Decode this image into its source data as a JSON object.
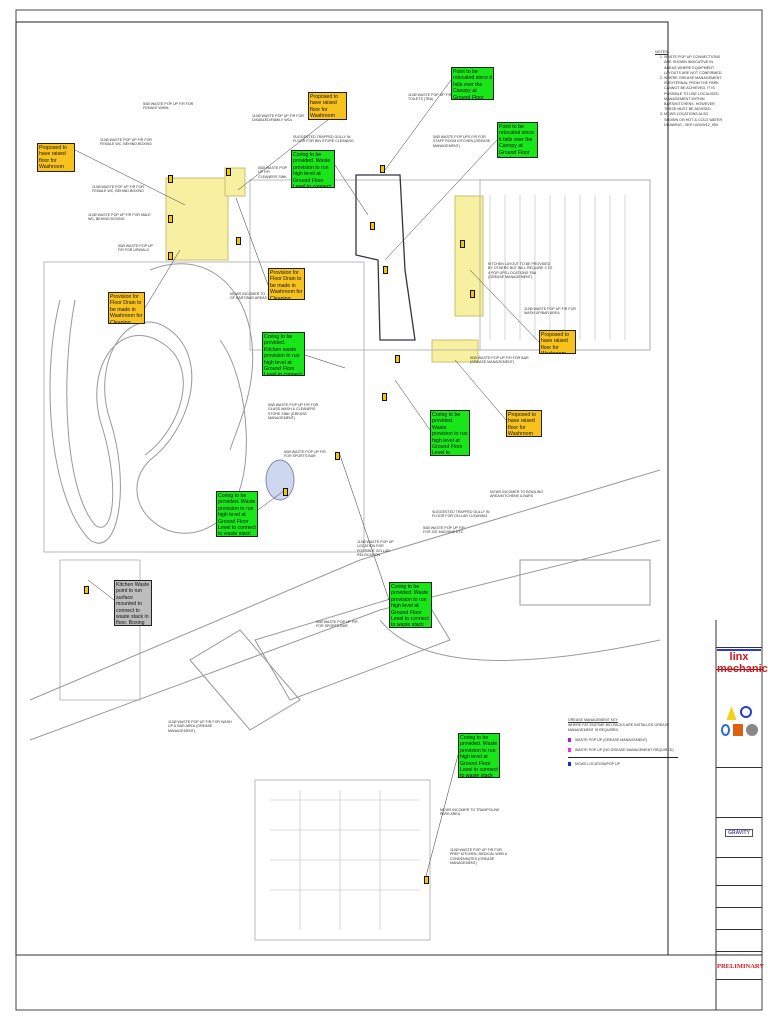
{
  "notes": {
    "title": "NOTES",
    "items": [
      "WASTE POP UP CONNECTIONS ARE SHOWN INDICATIVE IN AREAS WHERE EQUIPMENT LAYOUTS ARE NOT CONFIRMED.",
      "WHERE GREASE MANAGEMENT IS EXTERNAL FROM THE PARK CANNOT BE ACHIEVED, IT IS POSSIBLE TO USE LOCALISED MANAGEMENT WITHIN BARS/KITCHENS. HOWEVER THESE MUST BE ADVISED.",
      "MCWS LOCATIONS ALSO SHOWN ON HOT & COLD WATER DRAWING - SEE LWX/W12_900"
    ]
  },
  "callouts": {
    "raised_floor": "Proposed to have raised floor for Washroom",
    "floor_drain": "Provision for Floor Drain to be made in Washroom for Cleaning purposes",
    "relocate": "Point to be relocated since it falls over the Canopy at Ground Floor Level",
    "coring_waste": "Coring to be provided. Waste provision to run high level at Ground Floor Level to connect to waste stack",
    "coring_grease": "Coring to be provided. Kitchen waste provision to run high level at Ground Floor Level to connect to Grease Trap",
    "kitchen_surface": "Kitchen Waste point to run surface mounted to connect to waste stack in floor. Boxing to be provided."
  },
  "labels": {
    "l1": "50Ø WASTE POP UP F/R FOR FEMALE WHBs",
    "l2": "110Ø WASTE POP UP F/R FOR FEMALE WC, BEHIND BOXING",
    "l3": "110Ø WASTE POP UP F/R FOR FEMALE WC, BEHIND BOXING",
    "l4": "110Ø WASTE POP UP F/R FOR MALE WC, BEHIND BOXING",
    "l5": "50Ø WASTE POP UP F/R FOR URINALS",
    "l6": "110Ø WASTE POP UP F/R FOR DISABLED/FAMILY WCs",
    "l7": "SUGGESTED TRAPPED GULLY IN FLOOR FOR BIN STORE CLEANING",
    "l8": "50Ø WASTE POP UP F/R CLEANERS SINK",
    "l9": "MCWS INCOMER TO GF KART/BAR AREAS",
    "l10": "110Ø WASTE POP UP F/R TOILETS (TBA)",
    "l11": "50Ø WASTE POP UPS F/R FOR STAFF ROOM KITCHEN (GREASE MANAGEMENT)",
    "l12": "KITCHEN LAYOUT TO BE PROVIDED BY OTHERS BUT WILL REQUIRE 3 TO 4 POP UPS LOCATIONS TBA (GREASE MANAGEMENT)",
    "l13": "110Ø WASTE POP UP F/R FOR WASH UP/BAR AREA",
    "l14": "50Ø WASTE POP UP F/R FOR BAR (GREASE MANAGEMENT)",
    "l15": "50Ø WASTE POP UP F/R FOR GLASS WASH & CLEANERS STORE SINK (GREASE MANAGEMENT)",
    "l16": "50Ø WASTE POP UP F/R FOR SPORTS BAR",
    "l17": "MCWS INCOMER TO BOWLING AREA/KITCHENS & BARS",
    "l18": "SUGGESTED TRAPPED GULLY IN FLOOR FOR CELLAR CLEANING",
    "l19": "50Ø WASTE POP UP F/R FOR ICE MACHINE ETC",
    "l20": "110Ø WASTE POP UP LOCATION FOR POSSIBLE CELLAR RELOCATION",
    "l21": "50Ø WASTE POP UP F/R FOR SPORTS BAR",
    "l22": "110Ø WASTE POP UP F/R FOR WASH UP & BAR AREA (GREASE MANAGEMENT)",
    "l23": "MCWS INCOMER TO TRAMPOLINE PARK AREA",
    "l24": "110Ø WASTE POP UP F/R FOR PREP KITCHEN, MEDICAL WHB & CONDENSATES (GREASE MANAGEMENT)"
  },
  "key": {
    "title": "GREASE MANAGEMENT KEY",
    "subtitle": "WHERE FAT ENZYME BIO-PACKS ARE INSTALLED GREASE MANAGEMENT IS REQUIRED.",
    "items": [
      {
        "label": "WASTE POP UP (GREASE MANAGEMENT)",
        "color": "#9b1fe8"
      },
      {
        "label": "WASTE POP UP (NO GREASE MANAGEMENT REQUIRED)",
        "color": "#ff2bd0"
      },
      {
        "label": "MCWS LOCATION/POP UP",
        "color": "#1a2bd8"
      }
    ]
  },
  "title_block": {
    "logo": "linx mechanical",
    "client_logo": "GRAVITY",
    "status": "PRELIMINARY"
  },
  "colors": {
    "yellow_callout": "#f7c21c",
    "green_callout": "#19e619",
    "washroom_highlight": "#f6f0a0",
    "status_red": "#d8141c"
  }
}
